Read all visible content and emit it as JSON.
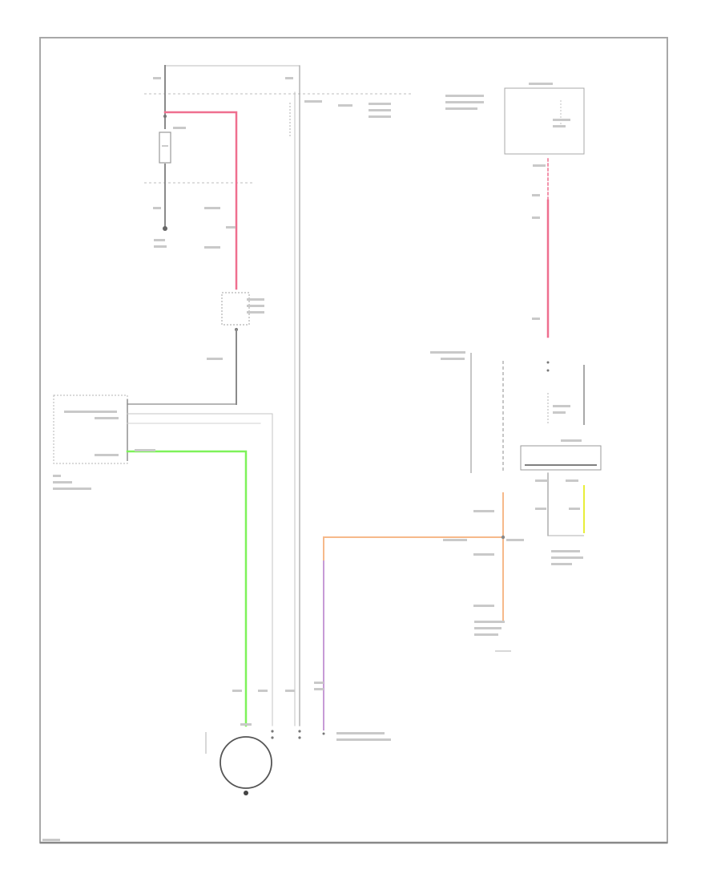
{
  "title": "",
  "colors": {
    "wire_black": "#8a8a8a",
    "wire_red": "#ef6f8f",
    "wire_green": "#7ef25a",
    "wire_orange": "#f6b98a",
    "wire_purple": "#c79bd6",
    "wire_yellow": "#e8ee3a",
    "frame": "#a8a8a8"
  },
  "components": [
    {
      "id": "battery",
      "icon": "battery-icon"
    },
    {
      "id": "ground",
      "icon": "ground-icon"
    },
    {
      "id": "fuse-box",
      "icon": "fuse-icon"
    },
    {
      "id": "ecm",
      "icon": "module-icon"
    },
    {
      "id": "alternator",
      "icon": "alternator-icon"
    },
    {
      "id": "relay-block",
      "icon": "relay-icon"
    },
    {
      "id": "junction-box",
      "icon": "module-icon"
    }
  ]
}
